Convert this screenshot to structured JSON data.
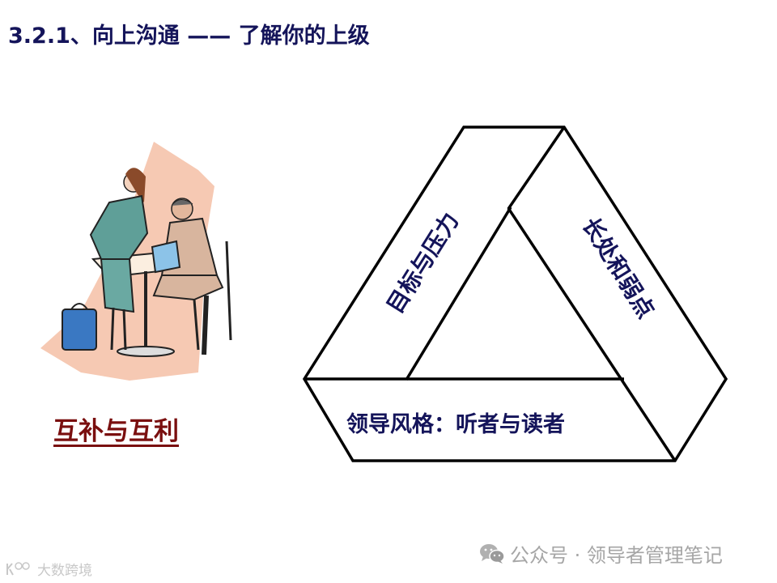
{
  "header": {
    "title": "3.2.1、向上沟通 —— 了解你的上级"
  },
  "illustration": {
    "alt": "clipart-woman-and-man-reviewing-document-at-table",
    "caption": "互补与互利",
    "caption_color": "#7a0f0f"
  },
  "diagram": {
    "type": "impossible-triangle",
    "line_color": "#000000",
    "text_color": "#14145a",
    "bands": [
      {
        "position": "left",
        "label": "目标与压力"
      },
      {
        "position": "right",
        "label": "长处和弱点"
      },
      {
        "position": "bottom",
        "label": "领导风格：听者与读者"
      }
    ]
  },
  "watermarks": {
    "right_text": "公众号 · 领导者管理笔记",
    "right_icon": "wechat-icon",
    "left_text": "大数跨境",
    "left_icon": "logo-icon"
  }
}
